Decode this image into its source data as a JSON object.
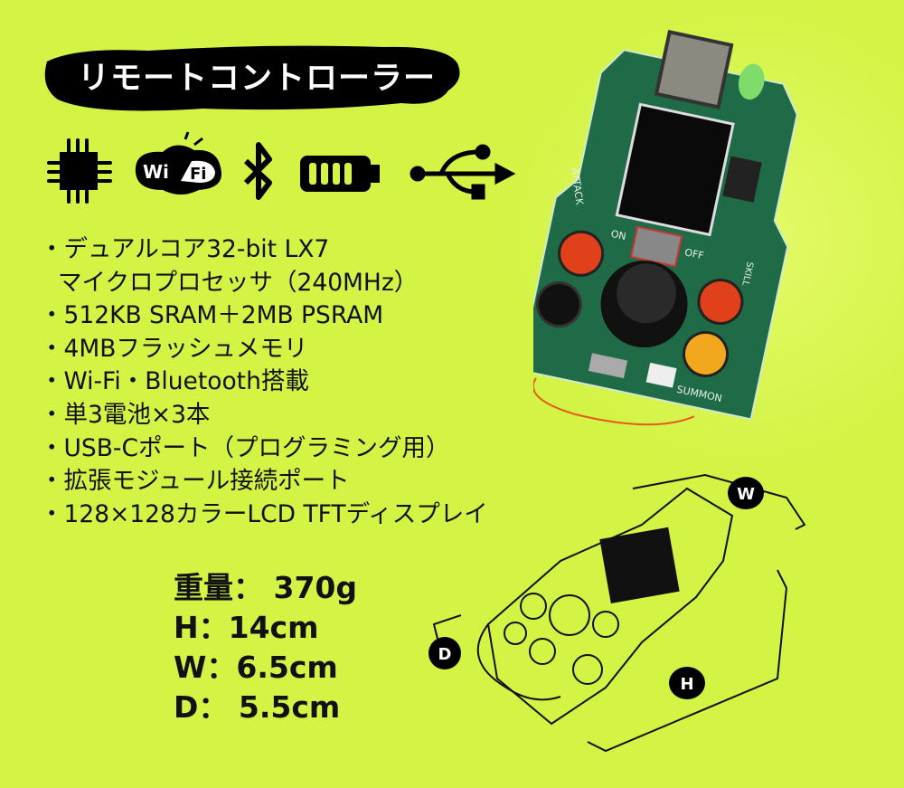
{
  "title": "リモートコントローラー",
  "feature_icons": [
    "chip-icon",
    "wifi-icon",
    "bluetooth-icon",
    "battery-icon",
    "usb-icon"
  ],
  "wifi_icon_text": {
    "wi": "Wi",
    "fi": "Fi"
  },
  "specs": [
    "・デュアルコア32-bit LX7",
    "マイクロプロセッサ（240MHz）",
    "・512KB SRAM＋2MB PSRAM",
    "・4MBフラッシュメモリ",
    "・Wi-Fi・Bluetooth搭載",
    "・単3電池×3本",
    "・USB-Cポート（プログラミング用）",
    "・拡張モジュール接続ポート",
    "・128×128カラーLCD TFTディスプレイ"
  ],
  "dimensions": [
    "重量： 370g",
    "H：14cm",
    "W：6.5cm",
    "D： 5.5cm"
  ],
  "board_labels": {
    "attack": "ATTACK",
    "on": "ON",
    "off": "OFF",
    "summon": "SUMMON",
    "skill": "SKILL"
  },
  "sketch_labels": {
    "w": "W",
    "h": "H",
    "d": "D"
  },
  "colors": {
    "background": "#d3f345",
    "board": "#1f6b47",
    "red_button": "#e0401a",
    "yellow_button": "#f2a81e"
  }
}
